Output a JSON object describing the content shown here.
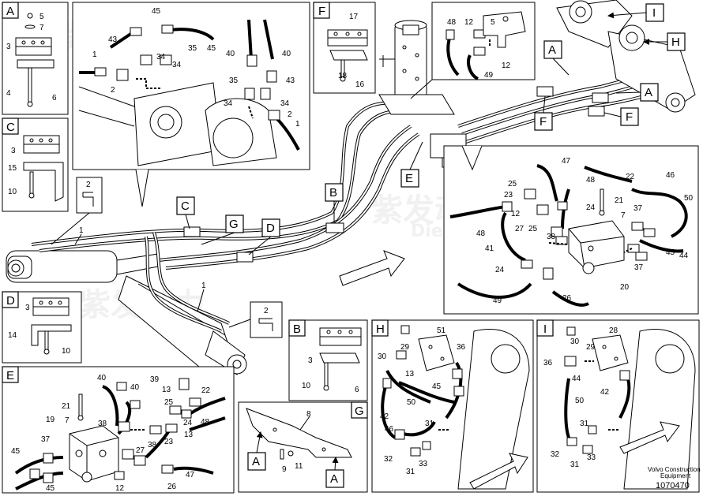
{
  "watermark": {
    "text_cn": "紫发动力",
    "text_en": "Diesel-Engines"
  },
  "footer": {
    "line1": "Volvo Construction",
    "line2": "Equipment",
    "figure_no": "1070470"
  },
  "main_tags": {
    "A_top": "A",
    "A_mid": "A",
    "F_top": "F",
    "F_mid": "F",
    "I": "I",
    "H": "H",
    "E": "E",
    "B": "B",
    "C": "C",
    "G": "G",
    "D": "D"
  },
  "panels": {
    "A": {
      "title": "A",
      "labels": {
        "l5": "5",
        "l7": "7",
        "l3": "3",
        "l4": "4",
        "l6": "6"
      }
    },
    "C": {
      "title": "C",
      "labels": {
        "l3": "3",
        "l15": "15",
        "l10": "10"
      }
    },
    "D": {
      "title": "D",
      "labels": {
        "l3": "3",
        "l14": "14",
        "l10": "10"
      }
    },
    "F": {
      "title": "F",
      "labels": {
        "l17": "17",
        "l18": "18",
        "l16": "16"
      }
    },
    "B": {
      "title": "B",
      "labels": {
        "l3": "3",
        "l10": "10",
        "l6": "6"
      }
    },
    "G": {
      "title": "G",
      "labels": {
        "l8": "8",
        "l9": "9",
        "l11": "11",
        "tagA1": "A",
        "tagA2": "A"
      }
    },
    "detail_top": {
      "labels": {
        "l45": "45",
        "l43": "43",
        "l35": "35",
        "l45b": "45",
        "l1": "1",
        "l2": "2",
        "l34": "34",
        "l34b": "34",
        "l40": "40",
        "l40b": "40",
        "l35b": "35",
        "l43b": "43",
        "l34c": "34",
        "l34d": "34",
        "l2b": "2",
        "l1b": "1"
      }
    },
    "detail_valve": {
      "labels": {
        "l48": "48",
        "l12": "12",
        "l5": "5",
        "l49": "49",
        "l12b": "12"
      }
    },
    "detail_right": {
      "labels": {
        "l47": "47",
        "l22": "22",
        "l25": "25",
        "l48": "48",
        "l46": "46",
        "l21": "21",
        "l23": "23",
        "l12": "12",
        "l24": "24",
        "l7": "7",
        "l37": "37",
        "l50": "50",
        "l48b": "48",
        "l27": "27",
        "l25b": "25",
        "l38": "38",
        "l41": "41",
        "l45": "45",
        "l44": "44",
        "l24b": "24",
        "l37b": "37",
        "l20": "20",
        "l26": "26",
        "l49": "49"
      }
    },
    "E": {
      "title": "E",
      "labels": {
        "l40": "40",
        "l39": "39",
        "l22": "22",
        "l21": "21",
        "l40b": "40",
        "l13": "13",
        "l7": "7",
        "l25": "25",
        "l19": "19",
        "l38": "38",
        "l24": "24",
        "l48": "48",
        "l23": "23",
        "l13b": "13",
        "l37": "37",
        "l27": "27",
        "l38b": "38",
        "l45": "45",
        "l12": "12",
        "l26": "26",
        "l47": "47",
        "l45b": "45"
      }
    },
    "H": {
      "title": "H",
      "labels": {
        "l51": "51",
        "l29": "29",
        "l36": "36",
        "l30": "30",
        "l13": "13",
        "l45": "45",
        "l50": "50",
        "l42": "42",
        "l46": "46",
        "l31": "31",
        "l32": "32",
        "l33": "33",
        "l31b": "31"
      }
    },
    "I": {
      "title": "I",
      "labels": {
        "l28": "28",
        "l29": "29",
        "l36": "36",
        "l44": "44",
        "l42": "42",
        "l50": "50",
        "l31": "31",
        "l32": "32",
        "l33": "33",
        "l31b": "31",
        "l30": "30"
      }
    }
  },
  "main_labels": {
    "l1": "1",
    "l1b": "1",
    "l2": "2",
    "l2b": "2"
  }
}
